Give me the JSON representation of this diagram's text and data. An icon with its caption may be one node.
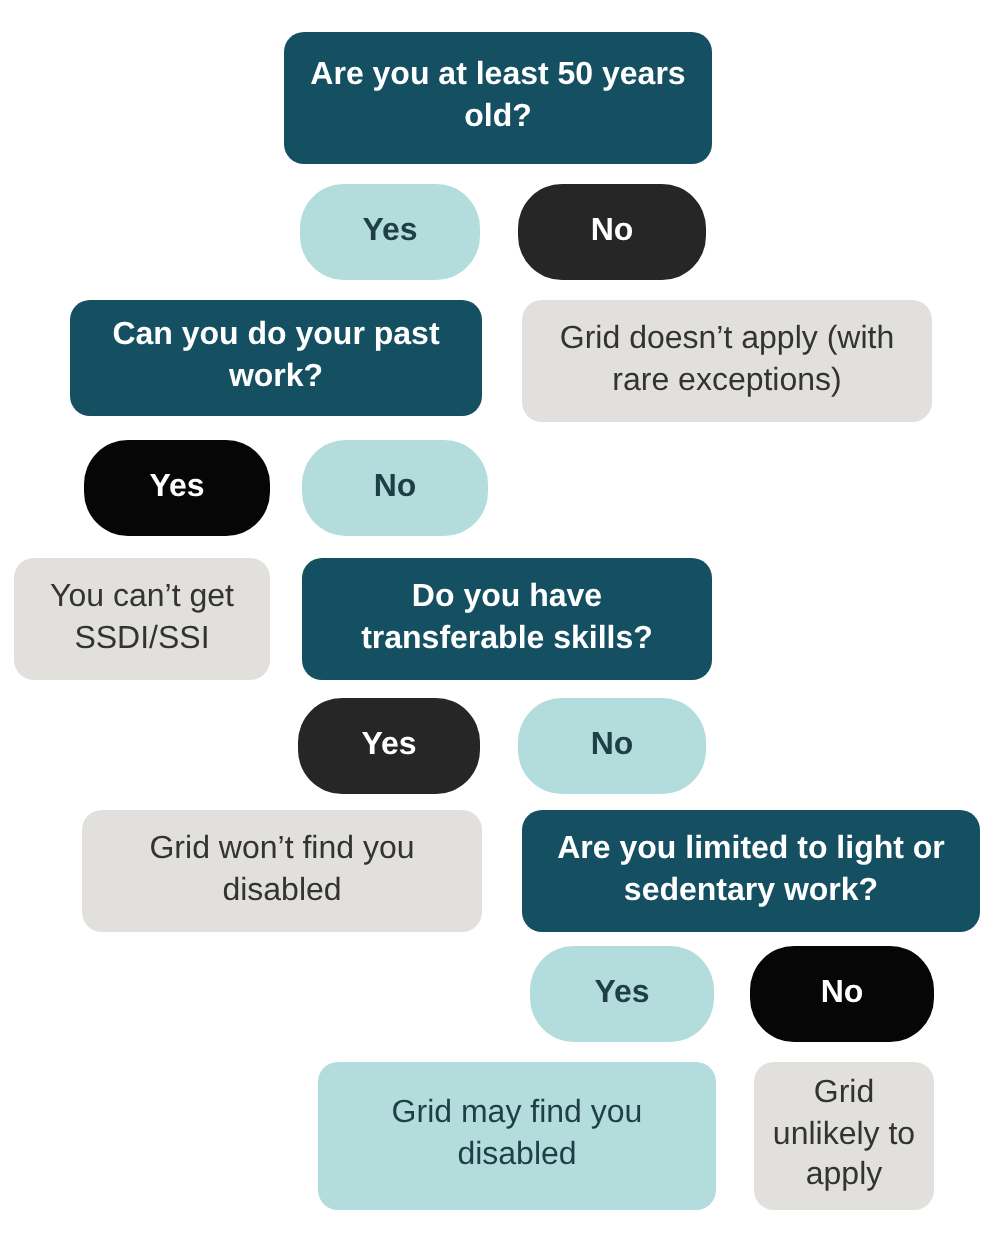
{
  "diagram": {
    "nodes": [
      {
        "text": [
          "Are you at least 50 years old?"
        ]
      },
      {
        "text": [
          "Yes"
        ]
      },
      {
        "text": [
          "No"
        ]
      },
      {
        "text": [
          "Can you do your past work?"
        ]
      },
      {
        "text": [
          "Grid doesn’t apply (with rare exceptions)"
        ]
      },
      {
        "text": [
          "Yes"
        ]
      },
      {
        "text": [
          "No"
        ]
      },
      {
        "text": [
          "You can’t get SSDI/SSI"
        ]
      },
      {
        "text": [
          "Do you have transferable skills?"
        ]
      },
      {
        "text": [
          "Yes"
        ]
      },
      {
        "text": [
          "No"
        ]
      },
      {
        "text": [
          "Grid won’t find you disabled"
        ]
      },
      {
        "text": [
          "Are you limited to light or sedentary work?"
        ]
      },
      {
        "text": [
          "Yes"
        ]
      },
      {
        "text": [
          "No"
        ]
      },
      {
        "text": [
          "Grid may find you disabled"
        ]
      },
      {
        "text": [
          "Grid unlikely to apply"
        ]
      }
    ]
  }
}
